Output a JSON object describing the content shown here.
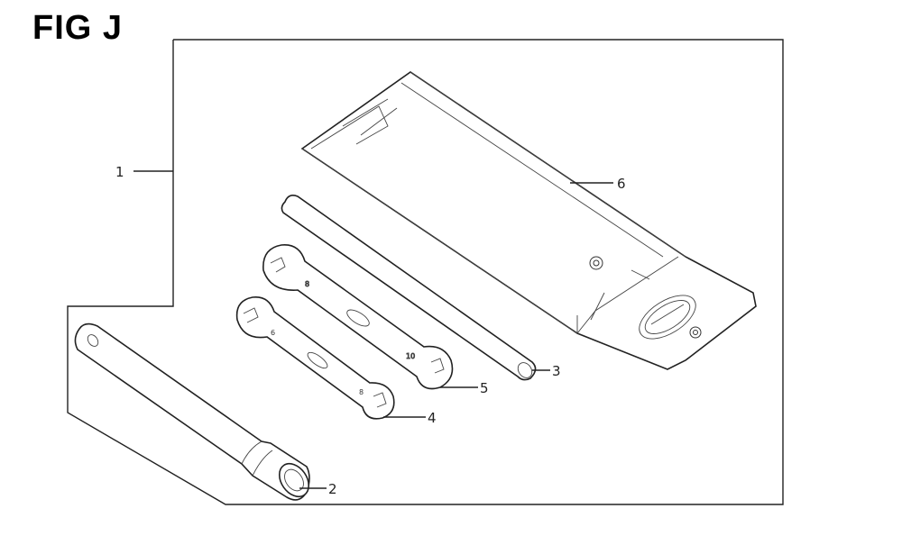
{
  "figure": {
    "title": "FIG J"
  },
  "callouts": [
    {
      "id": "1",
      "label": "1",
      "part": "tool-kit-assembly"
    },
    {
      "id": "2",
      "label": "2",
      "part": "spark-plug-wrench"
    },
    {
      "id": "3",
      "label": "3",
      "part": "bar"
    },
    {
      "id": "4",
      "label": "4",
      "part": "small-wrench"
    },
    {
      "id": "5",
      "label": "5",
      "part": "large-wrench"
    },
    {
      "id": "6",
      "label": "6",
      "part": "tool-pouch"
    }
  ],
  "colors": {
    "line": "#222222",
    "background": "#ffffff"
  }
}
